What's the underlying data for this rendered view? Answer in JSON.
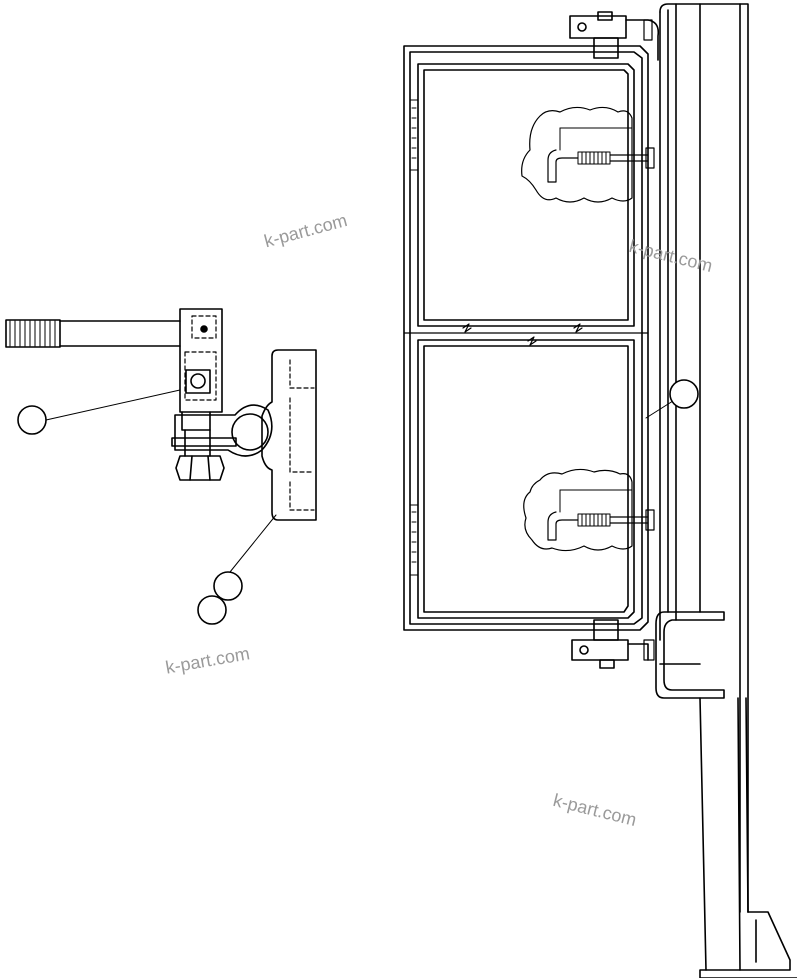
{
  "watermarks": [
    "k-part.com",
    "k-part.com",
    "k-part.com",
    "k-part.com"
  ],
  "callouts": [
    "",
    "",
    "",
    ""
  ],
  "colors": {
    "line": "#000000",
    "background": "#ffffff",
    "watermark": "#9a9a9a"
  }
}
